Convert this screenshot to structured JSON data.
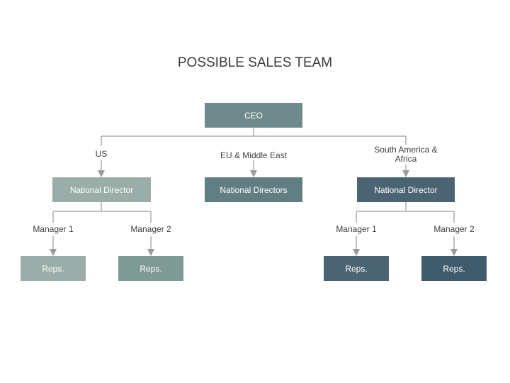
{
  "title": "POSSIBLE SALES TEAM",
  "colors": {
    "ceo": "#6e8a8c",
    "us_light": "#9aada8",
    "us_mid": "#7f9a95",
    "eu": "#617f83",
    "sa": "#4b6474",
    "sa_dark": "#3f5a6b",
    "line": "#9a9a9a"
  },
  "ceo": "CEO",
  "regions": {
    "us": "US",
    "eu": "EU & Middle East",
    "sa": "South America & Africa"
  },
  "directors": {
    "us": "National Director",
    "eu": "National Directors",
    "sa": "National Director"
  },
  "managers": {
    "us_1": "Manager 1",
    "us_2": "Manager 2",
    "sa_1": "Manager 1",
    "sa_2": "Manager 2"
  },
  "reps": {
    "us_1": "Reps.",
    "us_2": "Reps.",
    "sa_1": "Reps.",
    "sa_2": "Reps."
  }
}
